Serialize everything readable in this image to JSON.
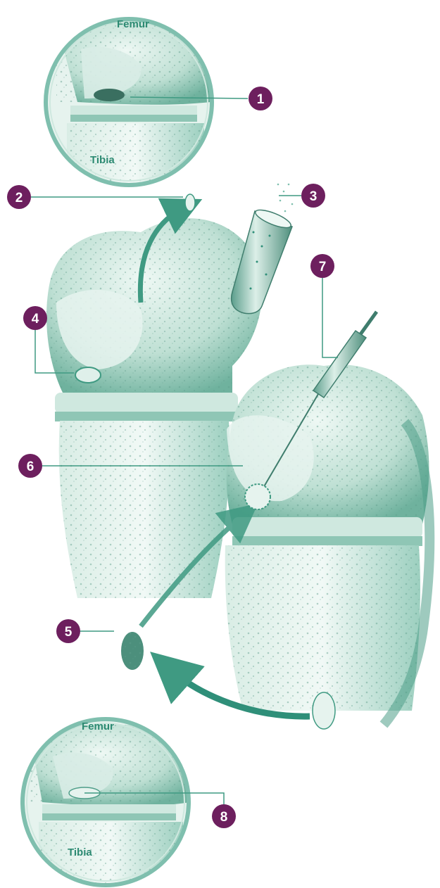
{
  "colors": {
    "teal_dark": "#2f8f79",
    "teal_mid": "#7fbfae",
    "teal_light": "#cfe8df",
    "bone_light": "#e4f2ec",
    "badge": "#6d1f5e",
    "leader": "#3f9a82",
    "label_text": "#2c8a72"
  },
  "top_inset": {
    "femur_label": "Femur",
    "tibia_label": "Tibia"
  },
  "bottom_inset": {
    "femur_label": "Femur",
    "tibia_label": "Tibia"
  },
  "callouts": [
    {
      "number": "1"
    },
    {
      "number": "2"
    },
    {
      "number": "3"
    },
    {
      "number": "4"
    },
    {
      "number": "5"
    },
    {
      "number": "6"
    },
    {
      "number": "7"
    },
    {
      "number": "8"
    }
  ]
}
